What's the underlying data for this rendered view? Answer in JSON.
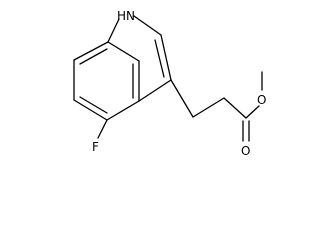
{
  "molecule": {
    "atom_labels": {
      "nh": "H",
      "nh_n": "N",
      "fluorine": "F",
      "ester_oxygen": "O",
      "carbonyl_oxygen": "O"
    },
    "colors": {
      "bond": "#000000",
      "background": "#ffffff"
    }
  }
}
